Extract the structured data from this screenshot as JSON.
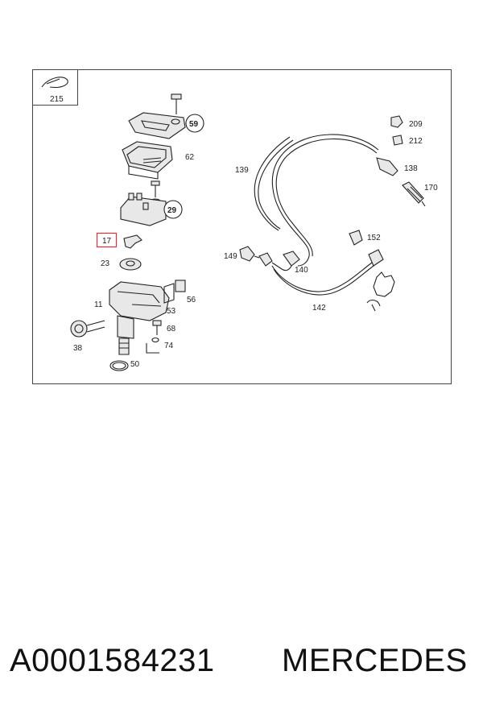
{
  "diagram": {
    "labels": {
      "l215": "215",
      "l59": "59",
      "l62": "62",
      "l29": "29",
      "l17": "17",
      "l23": "23",
      "l11": "11",
      "l53": "53",
      "l56": "56",
      "l68": "68",
      "l74": "74",
      "l38": "38",
      "l50": "50",
      "l139": "139",
      "l209": "209",
      "l212": "212",
      "l138": "138",
      "l170": "170",
      "l149": "149",
      "l152": "152",
      "l140": "140",
      "l142": "142"
    },
    "highlight_color": "#e0303a"
  },
  "footer": {
    "part_number": "A0001584231",
    "brand": "MERCEDES"
  }
}
